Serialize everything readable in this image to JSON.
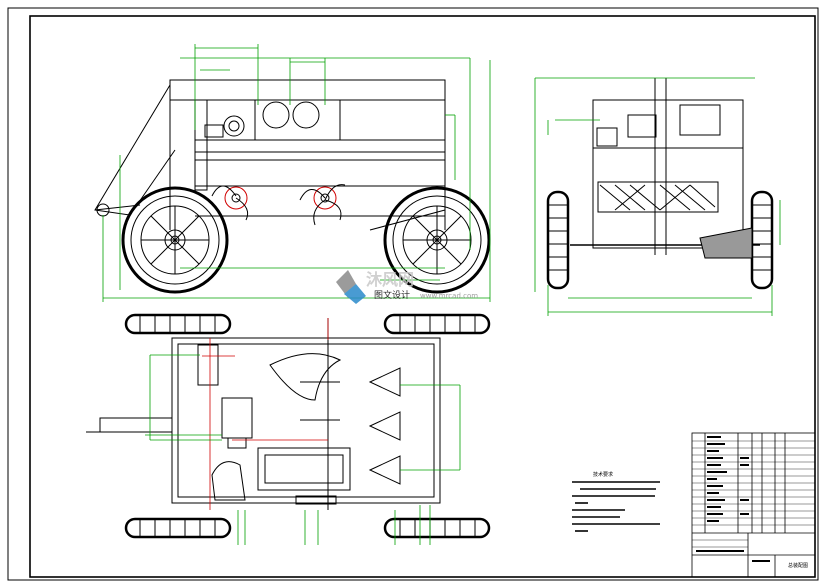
{
  "watermark": {
    "brand_cn": "沐风网",
    "subtitle_cn": "图文设计",
    "url": "www.mrcad.com",
    "logo_icon": "mf-logo-icon"
  },
  "notes": {
    "title": "技术要求"
  },
  "title_block": {
    "drawing_name": "总装配图"
  },
  "colors": {
    "outline": "#000000",
    "dimension": "#00a000",
    "centerline": "#d00000",
    "watermark": "#c0c0c0"
  }
}
